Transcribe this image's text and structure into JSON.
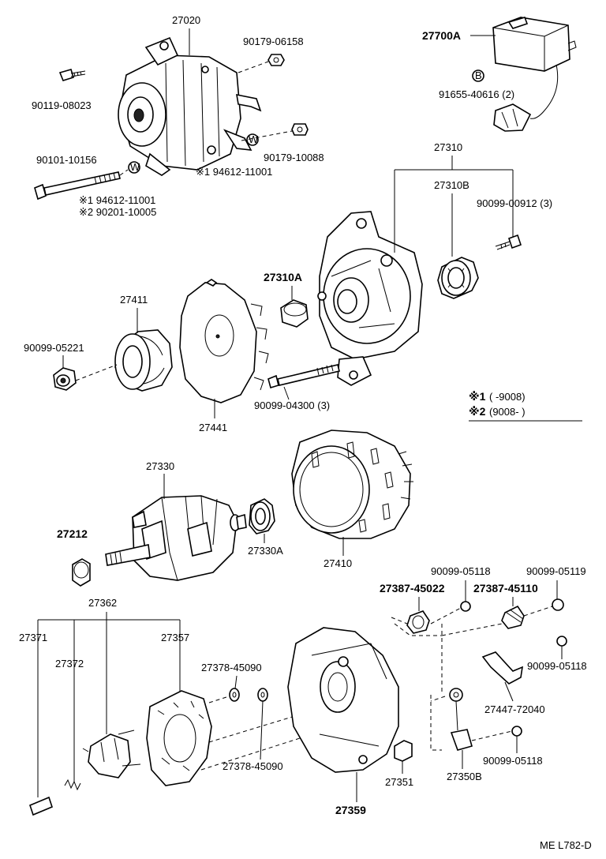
{
  "labels": {
    "p27020": "27020",
    "p90179_06158": "90179-06158",
    "p90119_08023": "90119-08023",
    "p90101_10156": "90101-10156",
    "p94612_11001_a": "※1 94612-11001",
    "p94612_11001_b": "※1 94612-11001",
    "p90201_10005": "※2 90201-10005",
    "p90179_10088": "90179-10088",
    "p27700A": "27700A",
    "p91655_40616": "91655-40616 (2)",
    "p27310": "27310",
    "p27310B": "27310B",
    "p90099_00912": "90099-00912 (3)",
    "p27310A": "27310A",
    "p27411": "27411",
    "p90099_05221": "90099-05221",
    "p90099_04300": "90099-04300 (3)",
    "p27441": "27441",
    "p27330": "27330",
    "p27212": "27212",
    "p27330A": "27330A",
    "p27410": "27410",
    "p27362": "27362",
    "p27371": "27371",
    "p27372": "27372",
    "p27357": "27357",
    "p27378_45090_a": "27378-45090",
    "p27378_45090_b": "27378-45090",
    "p27387_45022": "27387-45022",
    "p90099_05118_a": "90099-05118",
    "p27387_45110": "27387-45110",
    "p90099_05119": "90099-05119",
    "p90099_05118_b": "90099-05118",
    "p27447_72040": "27447-72040",
    "p90099_05118_c": "90099-05118",
    "p27351": "27351",
    "p27350B": "27350B",
    "p27359": "27359"
  },
  "marks": {
    "washer_w": "W",
    "bolt_b": "B"
  },
  "legend": {
    "note1_mark": "※1",
    "note1_text": "(      -9008)",
    "note2_mark": "※2",
    "note2_text": "(9008-      )"
  },
  "footer": {
    "code": "ME L782-D"
  }
}
